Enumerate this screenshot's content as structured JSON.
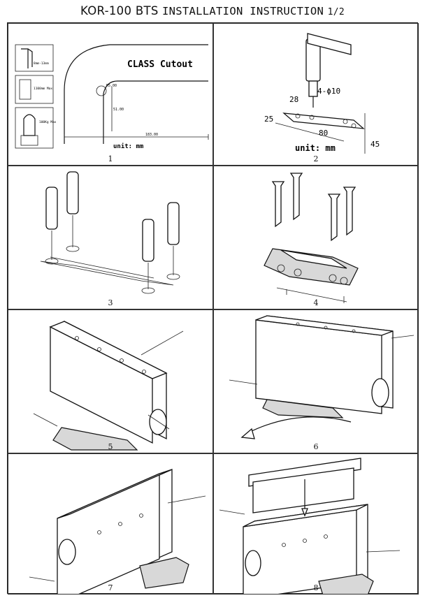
{
  "title": {
    "model": "KOR-100 BTS",
    "main": "INSTALLATION  INSTRUCTION",
    "page": "1/2"
  },
  "steps": [
    {
      "number": "1",
      "cutout_label": "CLASS Cutout",
      "unit": "unit: mm",
      "dims": {
        "radius": "R5.00",
        "depth": "51.00",
        "width": "183.00"
      },
      "specs": [
        {
          "text": "8mm-13mm"
        },
        {
          "text": "1100mm Max"
        },
        {
          "text": "100Kg Max"
        }
      ]
    },
    {
      "number": "2",
      "unit": "unit: mm",
      "dims": {
        "a": "28",
        "b": "25",
        "c": "80",
        "d": "45",
        "holes": "4-ϕ10"
      }
    },
    {
      "number": "3"
    },
    {
      "number": "4"
    },
    {
      "number": "5"
    },
    {
      "number": "6"
    },
    {
      "number": "7"
    },
    {
      "number": "8"
    }
  ]
}
